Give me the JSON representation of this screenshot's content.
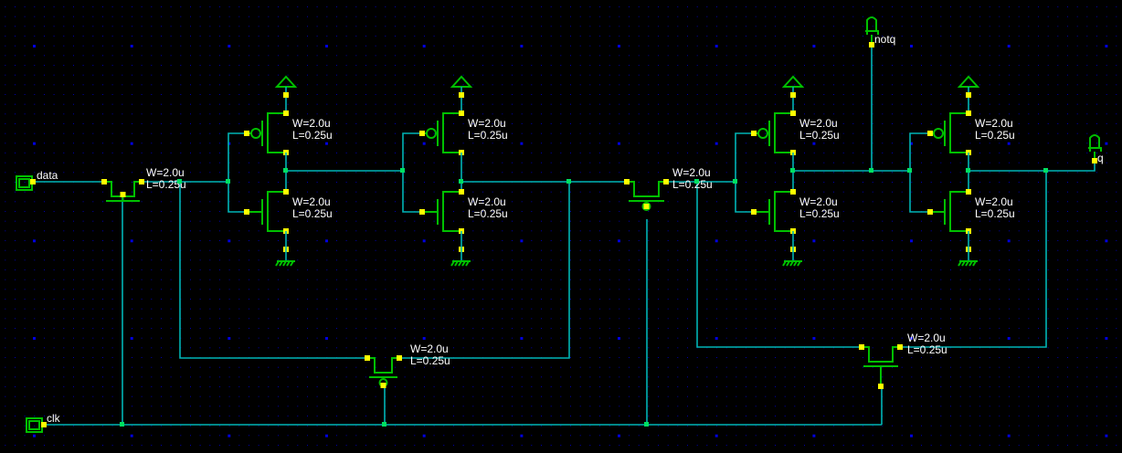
{
  "app": {
    "view": "schematic-editor"
  },
  "colors": {
    "background": "#000000",
    "grid": "#0000c8",
    "wire": "#00b4b4",
    "device": "#00c000",
    "pin": "#ffff00",
    "text": "#ffffff"
  },
  "ports": {
    "data": {
      "label": "data",
      "kind": "input"
    },
    "clk": {
      "label": "clk",
      "kind": "input"
    },
    "notq": {
      "label": "notq",
      "kind": "output"
    },
    "q": {
      "label": "q",
      "kind": "output"
    }
  },
  "transistors": [
    {
      "id": "tg1",
      "type": "nmos-pass",
      "w": "W=2.0u",
      "l": "L=0.25u"
    },
    {
      "id": "inv1-p",
      "type": "pmos",
      "w": "W=2.0u",
      "l": "L=0.25u"
    },
    {
      "id": "inv1-n",
      "type": "nmos",
      "w": "W=2.0u",
      "l": "L=0.25u"
    },
    {
      "id": "inv2-p",
      "type": "pmos",
      "w": "W=2.0u",
      "l": "L=0.25u"
    },
    {
      "id": "inv2-n",
      "type": "nmos",
      "w": "W=2.0u",
      "l": "L=0.25u"
    },
    {
      "id": "tg2",
      "type": "pmos-pass",
      "w": "W=2.0u",
      "l": "L=0.25u"
    },
    {
      "id": "inv3-p",
      "type": "pmos",
      "w": "W=2.0u",
      "l": "L=0.25u"
    },
    {
      "id": "inv3-n",
      "type": "nmos",
      "w": "W=2.0u",
      "l": "L=0.25u"
    },
    {
      "id": "inv4-p",
      "type": "pmos",
      "w": "W=2.0u",
      "l": "L=0.25u"
    },
    {
      "id": "inv4-n",
      "type": "nmos",
      "w": "W=2.0u",
      "l": "L=0.25u"
    },
    {
      "id": "tg3",
      "type": "pmos-pass",
      "w": "W=2.0u",
      "l": "L=0.25u"
    },
    {
      "id": "tg4",
      "type": "nmos-pass",
      "w": "W=2.0u",
      "l": "L=0.25u"
    }
  ]
}
